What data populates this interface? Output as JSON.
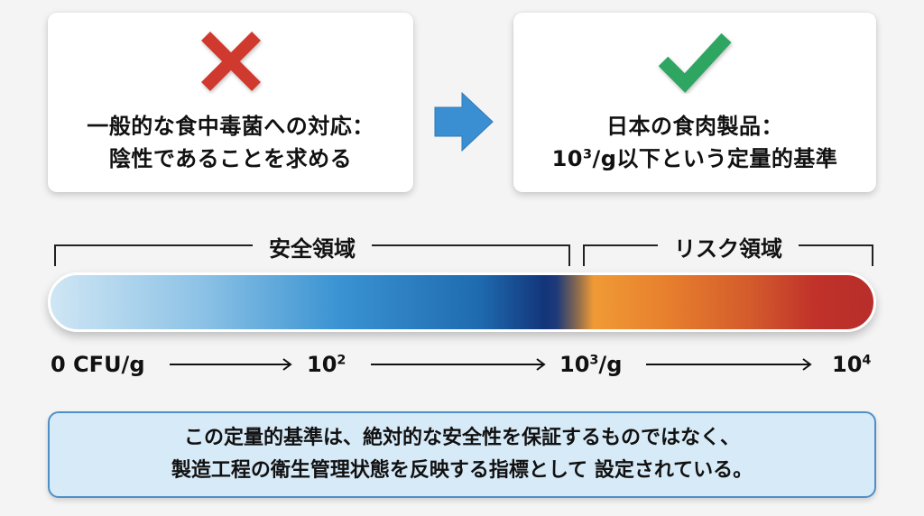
{
  "left_card": {
    "icon": "cross-icon",
    "icon_color": "#d0392e",
    "line1": "一般的な食中毒菌への対応：",
    "line2": "陰性であることを求める"
  },
  "transition_arrow": {
    "icon": "arrow-right-icon",
    "color": "#3a8fd3"
  },
  "right_card": {
    "icon": "checkmark-icon",
    "icon_color": "#2fa562",
    "line1": "日本の食肉製品：",
    "line2_prefix": "10",
    "line2_sup": "3",
    "line2_suffix": "/g以下という定量的基準"
  },
  "scale": {
    "safe_zone_label": "安全領域",
    "risk_zone_label": "リスク領域",
    "ticks": [
      {
        "base": "0 CFU/g",
        "sup": "",
        "suffix": ""
      },
      {
        "base": "10",
        "sup": "2",
        "suffix": ""
      },
      {
        "base": "10",
        "sup": "3",
        "suffix": "/g"
      },
      {
        "base": "10",
        "sup": "4",
        "suffix": ""
      }
    ],
    "gradient_colors": {
      "safe_start": "#cfe6f4",
      "safe_mid": "#3a93d2",
      "safe_end": "#13357a",
      "risk_start": "#f09a36",
      "risk_end": "#b82e2a"
    }
  },
  "note": {
    "line1": "この定量的基準は、絶対的な安全性を保証するものではなく、",
    "line2": "製造工程の衛生管理状態を反映する指標として 設定されている。",
    "background": "#d7eaf7",
    "border": "#4f8fc8"
  }
}
